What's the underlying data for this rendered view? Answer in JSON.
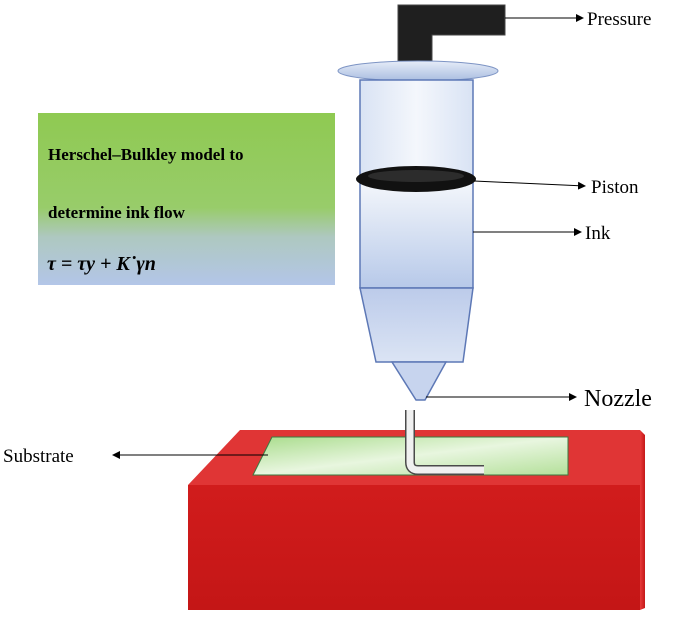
{
  "labels": {
    "pressure": "Pressure",
    "piston": "Piston",
    "ink": "Ink",
    "nozzle": "Nozzle",
    "substrate": "Substrate"
  },
  "model_box": {
    "line1": "Herschel–Bulkley  model to",
    "line2": "determine ink flow",
    "equation": "τ = τy + K˙γn"
  },
  "colors": {
    "substrate_block": "#d41f1f",
    "substrate_top": "#e23a3a",
    "print_bed": "#b9e3a0",
    "box_green": "#8fca52",
    "box_blue": "#b3c6e8",
    "pressure_fitting": "#222222",
    "piston": "#111111"
  }
}
